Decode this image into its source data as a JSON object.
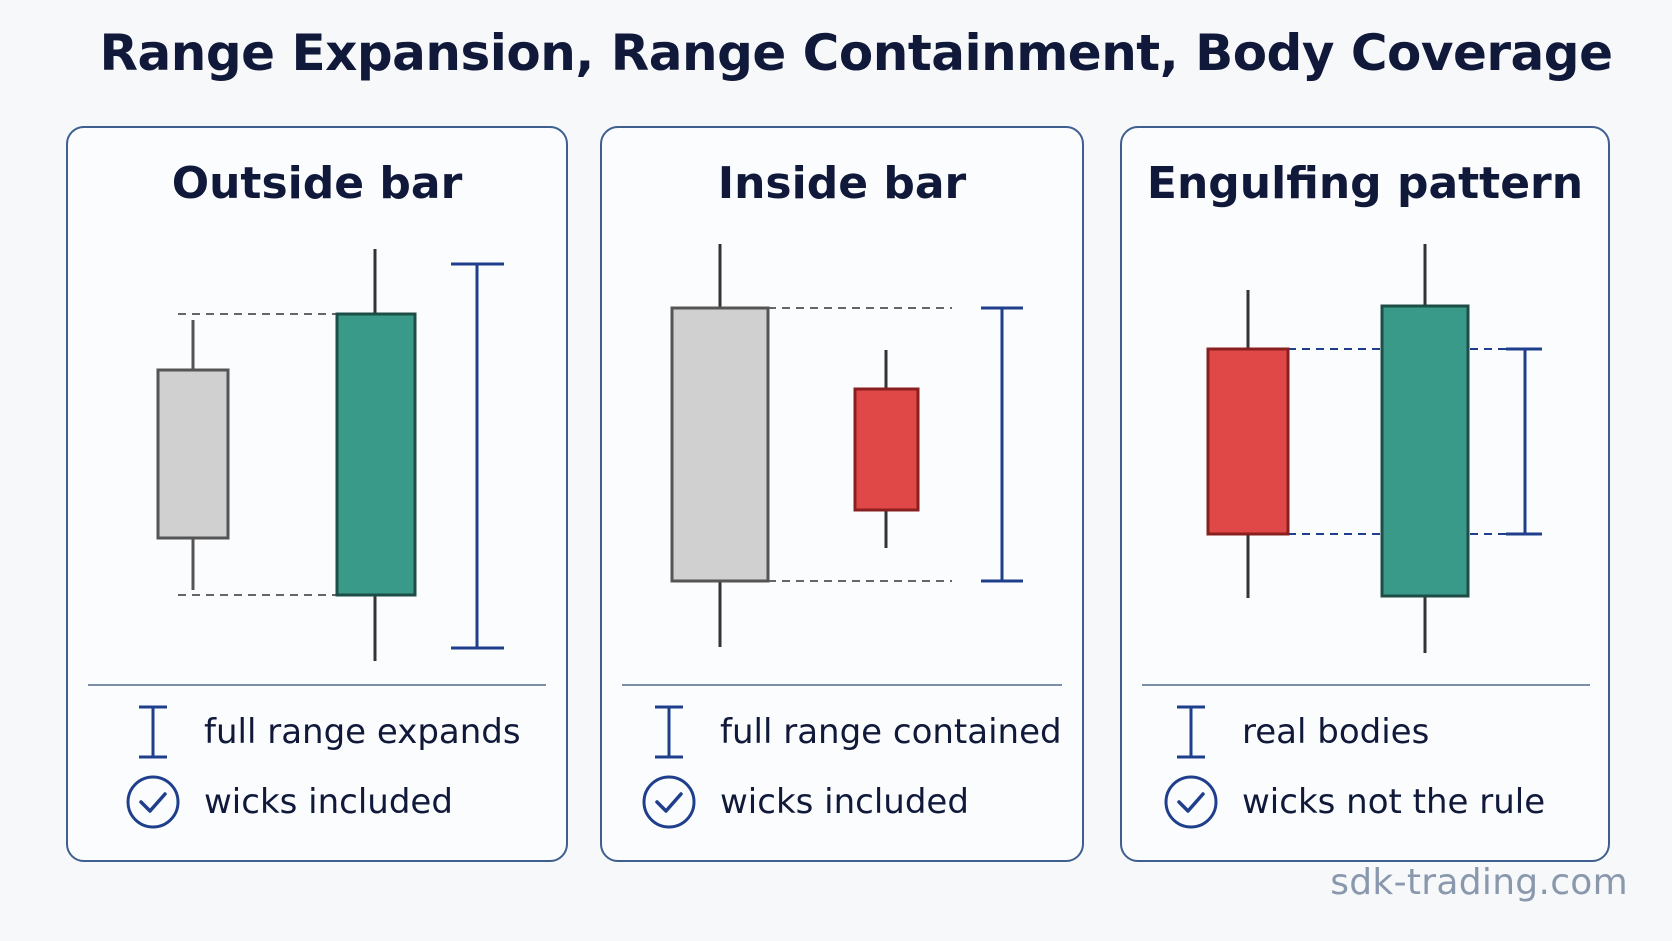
{
  "title": "Range Expansion, Range Containment, Body Coverage",
  "panels": [
    {
      "title": "Outside bar",
      "legend": [
        {
          "icon": "range-bracket-icon",
          "text": "full range expands"
        },
        {
          "icon": "check-circle-icon",
          "text": "wicks included"
        }
      ]
    },
    {
      "title": "Inside bar",
      "legend": [
        {
          "icon": "range-bracket-icon",
          "text": "full range contained"
        },
        {
          "icon": "check-circle-icon",
          "text": "wicks included"
        }
      ]
    },
    {
      "title": "Engulfing pattern",
      "legend": [
        {
          "icon": "range-bracket-icon",
          "text": "real bodies"
        },
        {
          "icon": "check-circle-icon",
          "text": "wicks not the rule"
        }
      ]
    }
  ],
  "colors": {
    "neutral_candle": "#d0d0d0",
    "bullish_candle": "#3a9a8a",
    "bearish_candle": "#e04848",
    "bracket": "#1f3f8c",
    "panel_border": "#3f5f8f"
  },
  "watermark": "sdk-trading.com"
}
